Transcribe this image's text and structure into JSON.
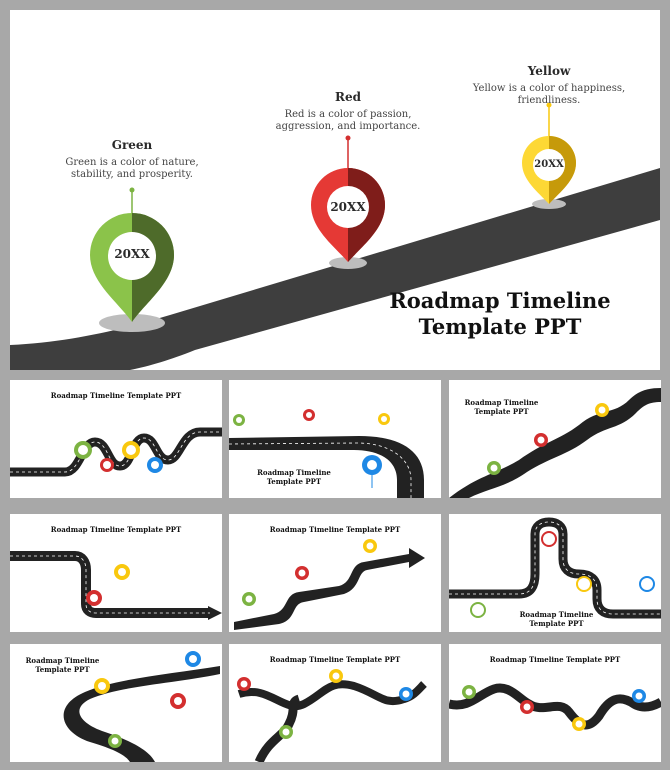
{
  "main": {
    "title_line1": "Roadmap Timeline",
    "title_line2": "Template PPT",
    "markers": [
      {
        "heading": "Green",
        "line1": "Green is a color of nature,",
        "line2": "stability, and prosperity.",
        "year": "20XX",
        "color": "#7cb342"
      },
      {
        "heading": "Red",
        "line1": "Red is a color of passion,",
        "line2": "aggression, and importance.",
        "year": "20XX",
        "color": "#d32f2f"
      },
      {
        "heading": "Yellow",
        "line1": "Yellow is a color of happiness,",
        "line2": "friendliness.",
        "year": "20XX",
        "color": "#f9c80e"
      }
    ]
  },
  "thumbnails": [
    {
      "title": "Roadmap Timeline Template PPT"
    },
    {
      "title": "Roadmap Timeline Template PPT"
    },
    {
      "title": "Roadmap Timeline Template PPT"
    },
    {
      "title": "Roadmap Timeline Template PPT"
    },
    {
      "title": "Roadmap Timeline Template PPT"
    },
    {
      "title": "Roadmap Timeline Template PPT"
    },
    {
      "title": "Roadmap Timeline Template PPT"
    },
    {
      "title": "Roadmap Timeline Template PPT"
    },
    {
      "title": "Roadmap Timeline Template PPT"
    }
  ],
  "colors": {
    "green": "#7cb342",
    "red": "#d32f2f",
    "yellow": "#f9c80e",
    "blue": "#1e88e5",
    "road": "#3a3a3a"
  }
}
